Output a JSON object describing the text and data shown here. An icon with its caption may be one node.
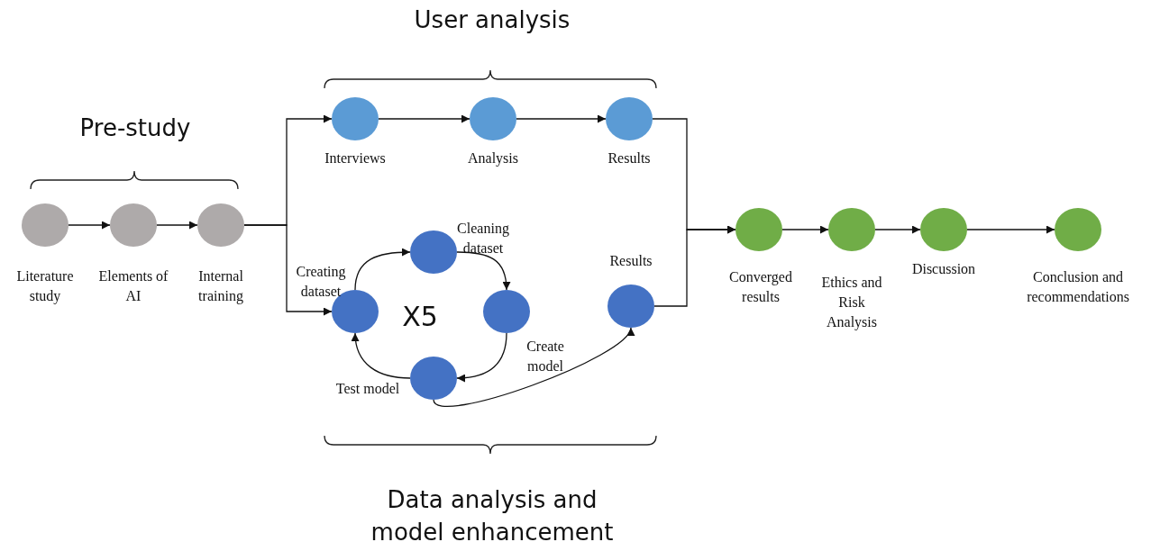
{
  "diagram": {
    "nodes": [
      {
        "text": [
          "Literature study"
        ]
      },
      {
        "text": [
          "Elements of AI"
        ]
      },
      {
        "text": [
          "Internal training"
        ]
      },
      {
        "text": [
          "Interviews"
        ]
      },
      {
        "text": [
          "Analysis"
        ]
      },
      {
        "text": [
          "Results"
        ]
      },
      {
        "text": [
          "Creating dataset"
        ]
      },
      {
        "text": [
          "Cleaning dataset"
        ]
      },
      {
        "text": [
          "Create model"
        ]
      },
      {
        "text": [
          "Test model"
        ]
      },
      {
        "text": [
          "Results"
        ]
      },
      {
        "text": [
          "Converged results"
        ]
      },
      {
        "text": [
          "Ethics and Risk Analysis"
        ]
      },
      {
        "text": [
          "Discussion"
        ]
      },
      {
        "text": [
          "Conclusion and recommendations"
        ]
      }
    ],
    "edges": [
      {
        "from": 0,
        "to": 1,
        "arrow": "to"
      },
      {
        "from": 1,
        "to": 2,
        "arrow": "to"
      },
      {
        "from": 2,
        "to": 3,
        "arrow": "to"
      },
      {
        "from": 2,
        "to": 6,
        "arrow": "to"
      },
      {
        "from": 3,
        "to": 4,
        "arrow": "to"
      },
      {
        "from": 4,
        "to": 5,
        "arrow": "to"
      },
      {
        "from": 5,
        "to": 11,
        "arrow": "to"
      },
      {
        "from": 6,
        "to": 7,
        "arrow": "to"
      },
      {
        "from": 7,
        "to": 8,
        "arrow": "to"
      },
      {
        "from": 8,
        "to": 9,
        "arrow": "to"
      },
      {
        "from": 9,
        "to": 6,
        "arrow": "to"
      },
      {
        "from": 9,
        "to": 10,
        "arrow": "to"
      },
      {
        "from": 10,
        "to": 11,
        "arrow": "to"
      },
      {
        "from": 11,
        "to": 12,
        "arrow": "to"
      },
      {
        "from": 12,
        "to": 13,
        "arrow": "to"
      },
      {
        "from": 13,
        "to": 14,
        "arrow": "to"
      }
    ],
    "labels": [
      "User analysis",
      "Pre-study",
      "X5",
      "Data analysis and model enhancement"
    ]
  }
}
